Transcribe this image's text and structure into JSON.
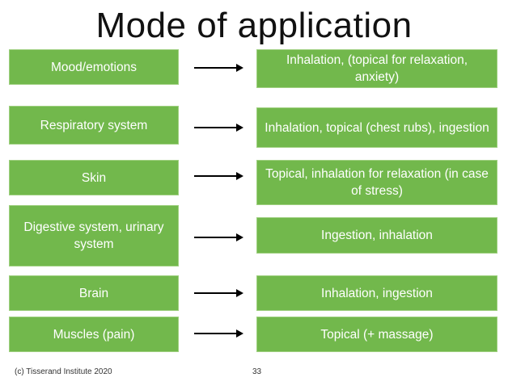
{
  "title": "Mode of application",
  "rows": [
    {
      "left": "Mood/emotions",
      "right": "Inhalation, (topical for relaxation, anxiety)"
    },
    {
      "left": "Respiratory system",
      "right": "Inhalation, topical (chest rubs), ingestion"
    },
    {
      "left": "Skin",
      "right": "Topical, inhalation for relaxation (in case of stress)"
    },
    {
      "left": "Digestive system, urinary system",
      "right": "Ingestion, inhalation"
    },
    {
      "left": "Brain",
      "right": "Inhalation, ingestion"
    },
    {
      "left": "Muscles (pain)",
      "right": "Topical (+ massage)"
    }
  ],
  "footer": {
    "copyright": "(c) Tisserand Institute 2020",
    "page_number": "33"
  },
  "colors": {
    "box_fill": "#72b84c",
    "box_text": "#ffffff",
    "arrow": "#000000"
  }
}
